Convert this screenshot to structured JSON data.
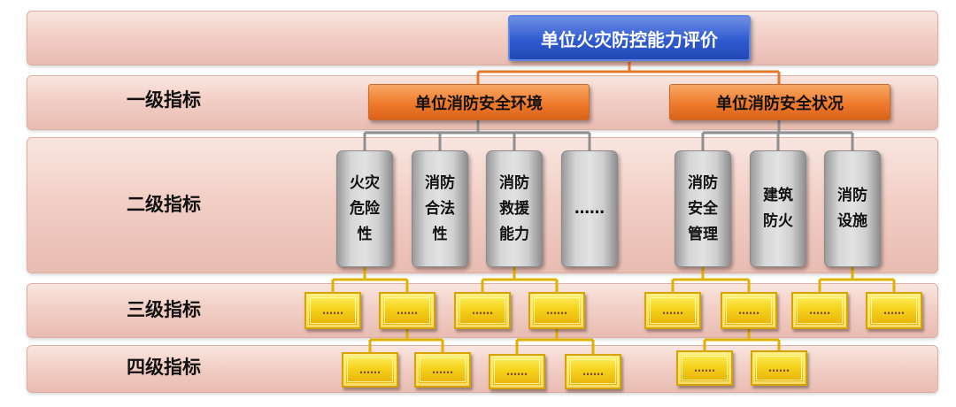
{
  "levels": {
    "level1": "一级指标",
    "level2": "二级指标",
    "level3": "三级指标",
    "level4": "四级指标"
  },
  "root": "单位火灾防控能力评价",
  "level1_nodes": [
    "单位消防安全环境",
    "单位消防安全状况"
  ],
  "level2_nodes": [
    [
      "火灾",
      "危险",
      "性"
    ],
    [
      "消防",
      "合法",
      "性"
    ],
    [
      "消防",
      "救援",
      "能力"
    ],
    [
      "……"
    ],
    [
      "消防",
      "安全",
      "管理"
    ],
    [
      "建筑",
      "防火"
    ],
    [
      "消防",
      "设施"
    ]
  ],
  "placeholder": "……",
  "colors": {
    "root": "#2f5bd1",
    "level1": "#ef7a2a",
    "level2": "#d6d6d6",
    "level3_4": "#f6d21d",
    "connector_orange": "#e8762a",
    "connector_gray": "#8f8f8f",
    "connector_gold": "#e0b000",
    "band": "#f2cfc6"
  }
}
